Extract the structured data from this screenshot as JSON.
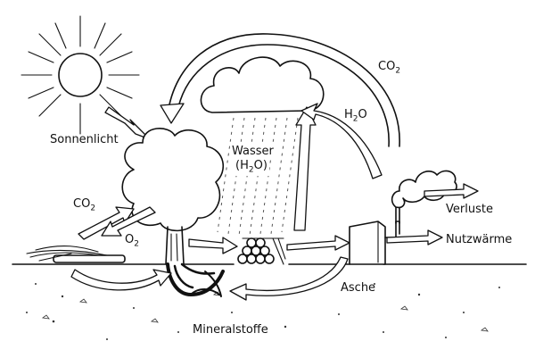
{
  "labels": {
    "sunlight": "Sonnenlicht",
    "co2_top": "CO",
    "co2_top_sub": "2",
    "h2o_cloud": "H",
    "h2o_cloud_sub": "2",
    "h2o_cloud_end": "O",
    "water_line1": "Wasser",
    "water_line2a": "(H",
    "water_line2_sub": "2",
    "water_line2b": "O)",
    "co2_left": "CO",
    "co2_left_sub": "2",
    "o2_left": "O",
    "o2_left_sub": "2",
    "losses": "Verluste",
    "useful_heat": "Nutzwärme",
    "ash": "Asche",
    "minerals": "Mineralstoffe"
  },
  "icons": [
    "sun-icon",
    "cloud-icon",
    "tree-icon",
    "roots-icon",
    "log-pile-icon",
    "boiler-icon",
    "chimney-smoke-icon",
    "brushwood-icon"
  ]
}
